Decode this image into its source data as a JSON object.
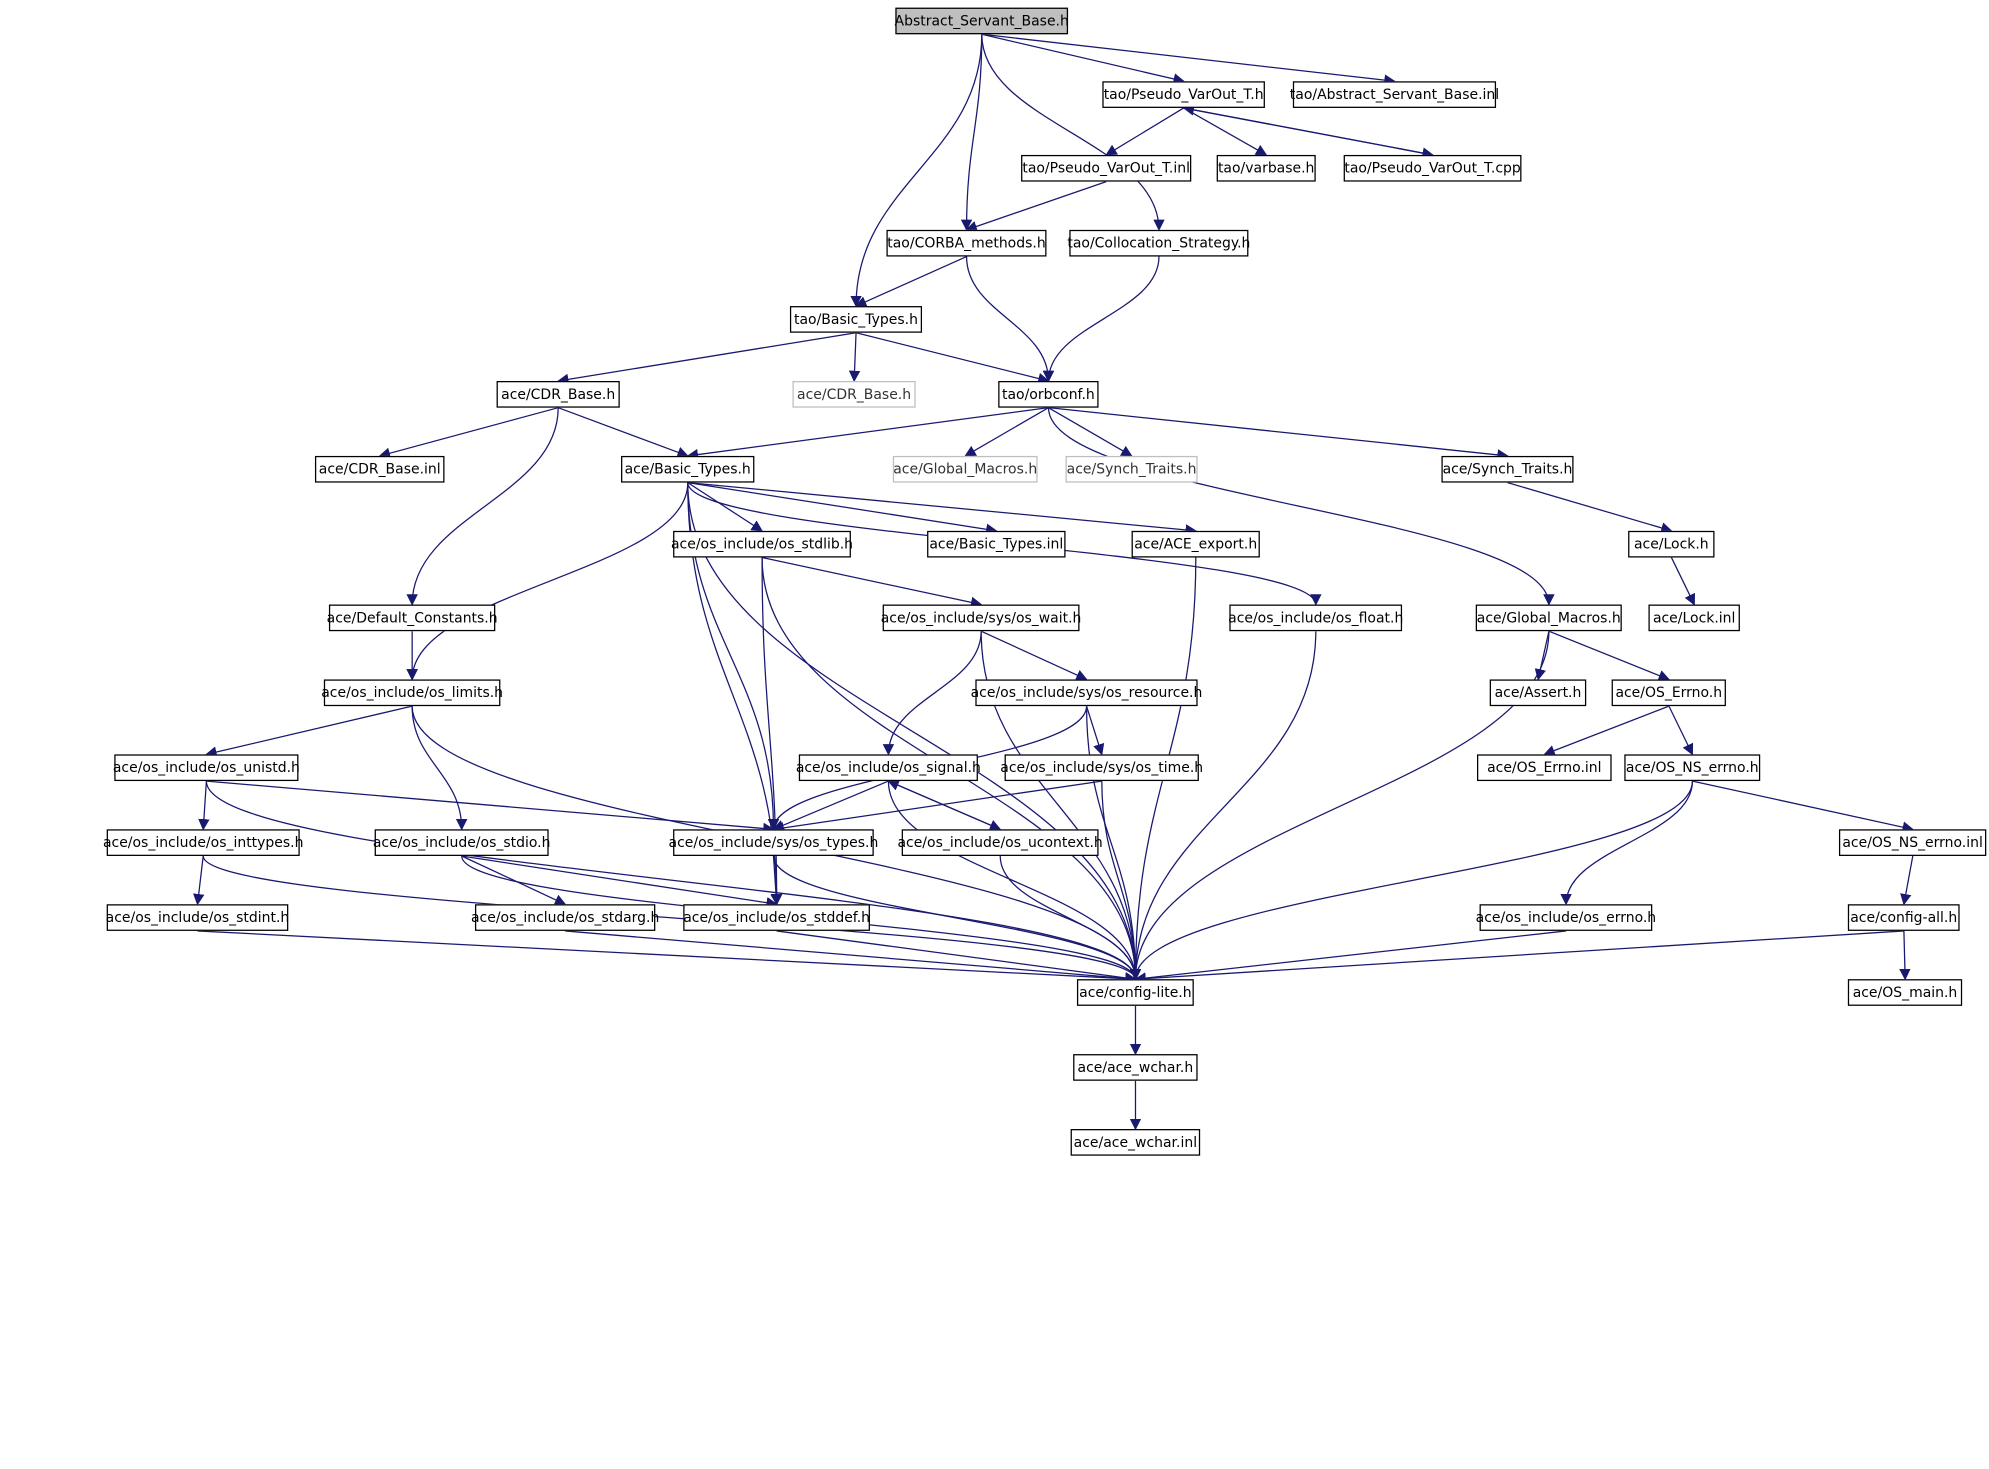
{
  "colors": {
    "edge": "#191970",
    "node_border": "#000000",
    "missing_border": "#bfbfbf",
    "root_fill": "#bfbfbf"
  },
  "nodes": [
    {
      "id": "root",
      "label": "Abstract_Servant_Base.h",
      "kind": "root"
    },
    {
      "id": "pvt",
      "label": "tao/Pseudo_VarOut_T.h"
    },
    {
      "id": "asbi",
      "label": "tao/Abstract_Servant_Base.inl"
    },
    {
      "id": "pvti",
      "label": "tao/Pseudo_VarOut_T.inl"
    },
    {
      "id": "varbase",
      "label": "tao/varbase.h"
    },
    {
      "id": "pvtc",
      "label": "tao/Pseudo_VarOut_T.cpp"
    },
    {
      "id": "corba",
      "label": "tao/CORBA_methods.h"
    },
    {
      "id": "coll",
      "label": "tao/Collocation_Strategy.h"
    },
    {
      "id": "tbt",
      "label": "tao/Basic_Types.h"
    },
    {
      "id": "cdr",
      "label": "ace/CDR_Base.h"
    },
    {
      "id": "cdr2",
      "label": "ace/CDR_Base.h",
      "kind": "missing"
    },
    {
      "id": "orb",
      "label": "tao/orbconf.h"
    },
    {
      "id": "cdri",
      "label": "ace/CDR_Base.inl"
    },
    {
      "id": "abt",
      "label": "ace/Basic_Types.h"
    },
    {
      "id": "gm2",
      "label": "ace/Global_Macros.h",
      "kind": "missing"
    },
    {
      "id": "st2",
      "label": "ace/Synch_Traits.h",
      "kind": "missing"
    },
    {
      "id": "st",
      "label": "ace/Synch_Traits.h"
    },
    {
      "id": "stdlib",
      "label": "ace/os_include/os_stdlib.h"
    },
    {
      "id": "abti",
      "label": "ace/Basic_Types.inl"
    },
    {
      "id": "aceexp",
      "label": "ace/ACE_export.h"
    },
    {
      "id": "lock",
      "label": "ace/Lock.h"
    },
    {
      "id": "dc",
      "label": "ace/Default_Constants.h"
    },
    {
      "id": "wait",
      "label": "ace/os_include/sys/os_wait.h"
    },
    {
      "id": "float",
      "label": "ace/os_include/os_float.h"
    },
    {
      "id": "gm",
      "label": "ace/Global_Macros.h"
    },
    {
      "id": "locki",
      "label": "ace/Lock.inl"
    },
    {
      "id": "limits",
      "label": "ace/os_include/os_limits.h"
    },
    {
      "id": "res",
      "label": "ace/os_include/sys/os_resource.h"
    },
    {
      "id": "assert",
      "label": "ace/Assert.h"
    },
    {
      "id": "errno",
      "label": "ace/OS_Errno.h"
    },
    {
      "id": "unistd",
      "label": "ace/os_include/os_unistd.h"
    },
    {
      "id": "signal",
      "label": "ace/os_include/os_signal.h"
    },
    {
      "id": "time",
      "label": "ace/os_include/sys/os_time.h"
    },
    {
      "id": "errnoi",
      "label": "ace/OS_Errno.inl"
    },
    {
      "id": "nserr",
      "label": "ace/OS_NS_errno.h"
    },
    {
      "id": "inttypes",
      "label": "ace/os_include/os_inttypes.h"
    },
    {
      "id": "stdio",
      "label": "ace/os_include/os_stdio.h"
    },
    {
      "id": "types",
      "label": "ace/os_include/sys/os_types.h"
    },
    {
      "id": "ucontext",
      "label": "ace/os_include/os_ucontext.h"
    },
    {
      "id": "nserri",
      "label": "ace/OS_NS_errno.inl"
    },
    {
      "id": "stdint",
      "label": "ace/os_include/os_stdint.h"
    },
    {
      "id": "stdarg",
      "label": "ace/os_include/os_stdarg.h"
    },
    {
      "id": "stddef",
      "label": "ace/os_include/os_stddef.h"
    },
    {
      "id": "oserrno",
      "label": "ace/os_include/os_errno.h"
    },
    {
      "id": "cfgall",
      "label": "ace/config-all.h"
    },
    {
      "id": "cfglite",
      "label": "ace/config-lite.h"
    },
    {
      "id": "osmain",
      "label": "ace/OS_main.h"
    },
    {
      "id": "wchar",
      "label": "ace/ace_wchar.h"
    },
    {
      "id": "wchari",
      "label": "ace/ace_wchar.inl"
    }
  ]
}
